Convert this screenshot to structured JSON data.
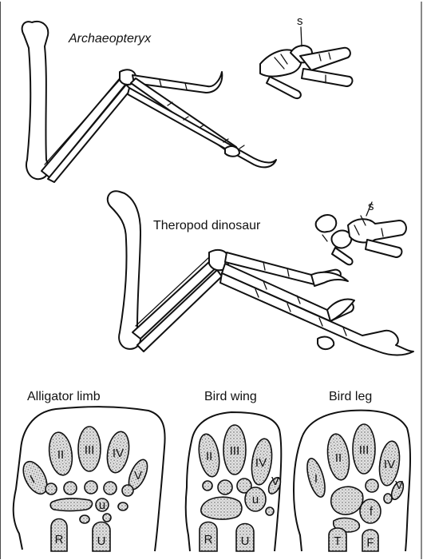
{
  "top_figure": {
    "label": "Archaeopteryx",
    "marker": "s"
  },
  "middle_figure": {
    "label": "Theropod dinosaur",
    "marker": "s"
  },
  "panels": [
    {
      "title": "Alligator limb",
      "bones": [
        "I",
        "II",
        "III",
        "IV",
        "V",
        "u",
        "R",
        "U"
      ]
    },
    {
      "title": "Bird wing",
      "bones": [
        "II",
        "III",
        "IV",
        "V",
        "u",
        "R",
        "U"
      ]
    },
    {
      "title": "Bird leg",
      "bones": [
        "I",
        "II",
        "III",
        "IV",
        "V",
        "f",
        "T",
        "F"
      ]
    }
  ]
}
